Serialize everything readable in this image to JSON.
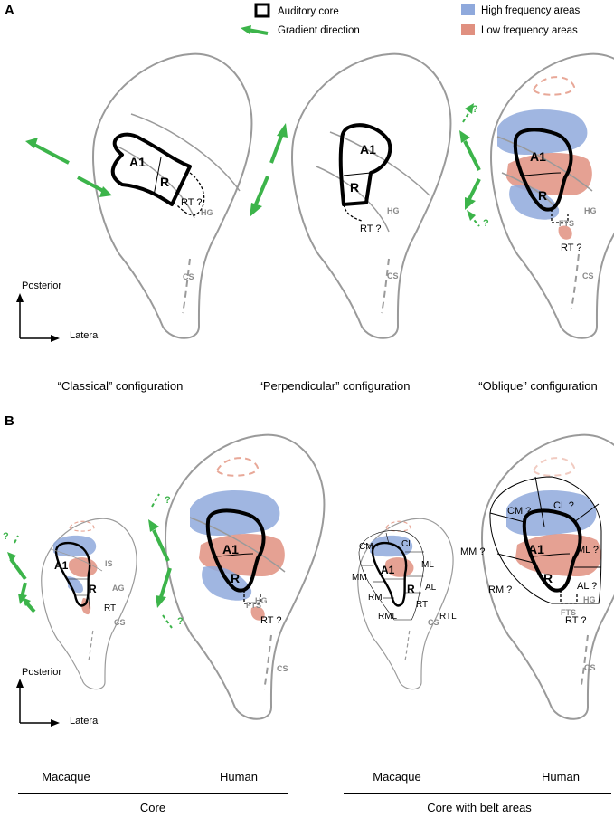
{
  "panels": {
    "a": "A",
    "b": "B"
  },
  "legend": {
    "auditory_core": "Auditory core",
    "gradient_direction": "Gradient direction",
    "high_freq": "High frequency areas",
    "low_freq": "Low frequency areas",
    "colors": {
      "high": "#8fa9dc",
      "low": "#e09080",
      "gradient": "#3cb44a"
    }
  },
  "regions": {
    "a1": "A1",
    "r": "R",
    "rt": "RT",
    "rt_q": "RT ?"
  },
  "gyri": {
    "hg": "HG",
    "cs": "CS",
    "fts": "FTS",
    "is": "IS",
    "ag": "AG"
  },
  "belt": {
    "cm": "CM",
    "cl": "CL",
    "ml": "ML",
    "mm": "MM",
    "al": "AL",
    "rm": "RM",
    "rml": "RML",
    "rtl": "RTL",
    "cm_q": "CM ?",
    "cl_q": "CL ?",
    "ml_q": "ML ?",
    "mm_q": "MM ?",
    "al_q": "AL ?",
    "rm_q": "RM ?"
  },
  "question_mark": "?",
  "axes": {
    "posterior": "Posterior",
    "lateral": "Lateral"
  },
  "captions": {
    "classical": "“Classical” configuration",
    "perpendicular": "“Perpendicular” configuration",
    "oblique": "“Oblique” configuration",
    "macaque": "Macaque",
    "human": "Human",
    "core": "Core",
    "core_belt": "Core with belt areas"
  }
}
